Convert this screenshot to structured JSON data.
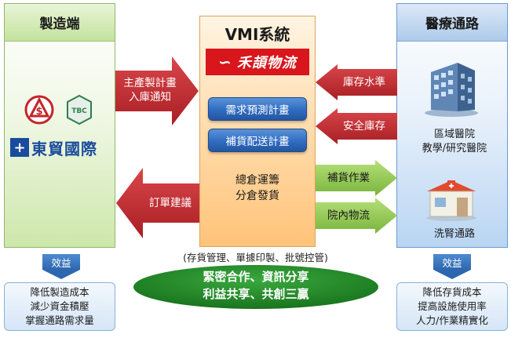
{
  "manufacturer": {
    "title": "製造端",
    "logo_small_text": "TBC",
    "company_name": "東貿國際"
  },
  "vmi": {
    "title": "VMI系統",
    "logo_text": "禾頡物流",
    "buttons": [
      "需求預測計畫",
      "補貨配送計畫"
    ],
    "text_lines": [
      "總倉運籌",
      "分倉發貨"
    ]
  },
  "medical": {
    "title": "醫療通路",
    "hospital_label_lines": [
      "區域醫院",
      "教學/研究醫院"
    ],
    "pharmacy_label": "洗腎通路"
  },
  "arrows": {
    "to_vmi_lines": [
      "主產製計畫",
      "入庫通知"
    ],
    "to_mfg": "訂單建議",
    "inventory_level": "庫存水準",
    "safety_stock": "安全庫存",
    "replenishment": "補貨作業",
    "in_hospital_logistics": "院內物流"
  },
  "footer": {
    "note": "(存貨管理、單據印製、批號控管)",
    "slogan_lines": [
      "緊密合作、資訊分享",
      "利益共享、共創三贏"
    ],
    "left_benefit": {
      "tab": "效益",
      "lines": [
        "降低製造成本",
        "減少資金積壓",
        "掌握通路需求量"
      ]
    },
    "right_benefit": {
      "tab": "效益",
      "lines": [
        "降低存貨成本",
        "提高設施使用率",
        "人力/作業精實化"
      ]
    }
  },
  "colors": {
    "red_arrow": "#c0262b",
    "green_arrow": "#92d050",
    "blue_button": "#2f6cc1",
    "slogan_ellipse": "#1f8a24",
    "logo_red": "#d8161b"
  }
}
